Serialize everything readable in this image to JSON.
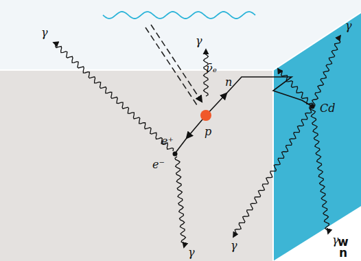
{
  "diagram": {
    "labels": [
      "γ",
      "γ",
      "γ",
      "ν̄ₑ",
      "p",
      "n",
      "Cd",
      "e⁺",
      "e⁻",
      "γ",
      "γ",
      "γ",
      "w",
      "n"
    ]
  }
}
